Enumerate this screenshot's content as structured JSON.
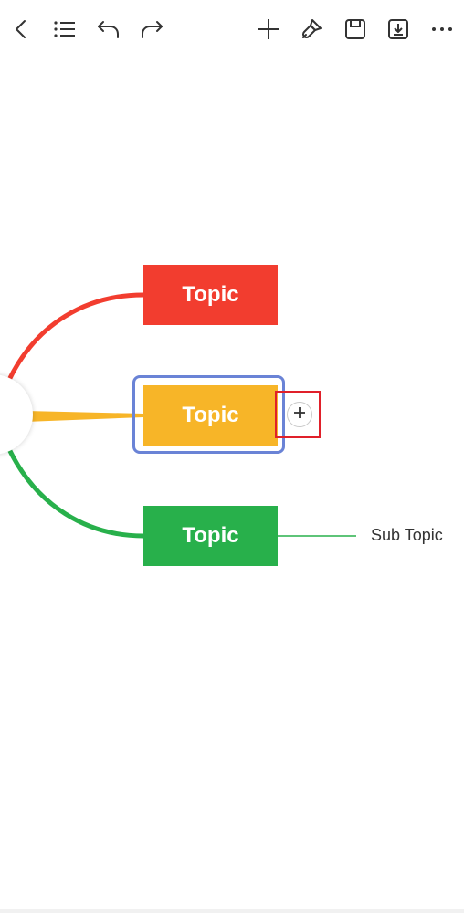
{
  "toolbar": {
    "items": [
      {
        "id": "back",
        "icon": "back-chevron-icon"
      },
      {
        "id": "outline",
        "icon": "outline-list-icon"
      },
      {
        "id": "undo",
        "icon": "undo-icon"
      },
      {
        "id": "redo",
        "icon": "redo-icon"
      },
      {
        "id": "add",
        "icon": "plus-icon"
      },
      {
        "id": "style",
        "icon": "paint-brush-icon"
      },
      {
        "id": "save",
        "icon": "save-icon"
      },
      {
        "id": "export",
        "icon": "download-icon"
      },
      {
        "id": "more",
        "icon": "more-horizontal-icon"
      }
    ]
  },
  "mindmap": {
    "topics": [
      {
        "label": "Topic",
        "color": "#f23d2f"
      },
      {
        "label": "Topic",
        "color": "#f7b528",
        "selected": true
      },
      {
        "label": "Topic",
        "color": "#28b04b"
      }
    ],
    "subtopic": {
      "label": "Sub Topic",
      "line_color": "#28b04b"
    },
    "selection_color": "#6a83d6",
    "highlight_color": "#e0202a",
    "add_child_icon": "plus-circle-icon"
  }
}
